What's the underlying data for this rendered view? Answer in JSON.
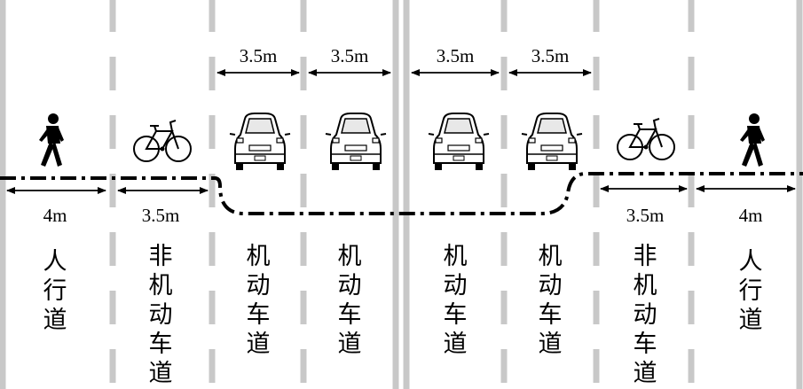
{
  "dimensions": {
    "top": [
      "3.5m",
      "3.5m",
      "3.5m",
      "3.5m"
    ],
    "bottom_left": [
      "4m",
      "3.5m"
    ],
    "bottom_right": [
      "3.5m",
      "4m"
    ]
  },
  "lanes": [
    {
      "label": "人行道",
      "icon": "pedestrian-icon"
    },
    {
      "label": "非机动车道",
      "icon": "bicycle-icon"
    },
    {
      "label": "机动车道",
      "icon": "car-icon"
    },
    {
      "label": "机动车道",
      "icon": "car-icon"
    },
    {
      "label": "机动车道",
      "icon": "car-icon"
    },
    {
      "label": "机动车道",
      "icon": "car-icon"
    },
    {
      "label": "非机动车道",
      "icon": "bicycle-icon"
    },
    {
      "label": "人行道",
      "icon": "pedestrian-icon"
    }
  ],
  "colors": {
    "lane_line": "#c8c8c8",
    "ink": "#000000"
  }
}
